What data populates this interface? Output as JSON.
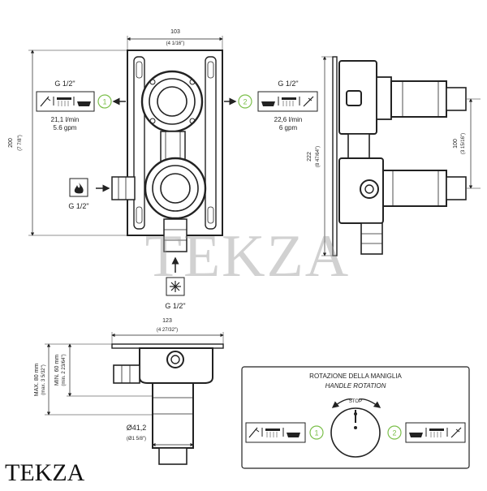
{
  "top_view": {
    "width_mm": "103",
    "width_in": "(4 1/16\")",
    "height_mm": "200",
    "height_in": "(7 7/8\")",
    "outlet_left": {
      "thread": "G 1/2\"",
      "badge": "1",
      "flow_lmin": "21,1 l/min",
      "flow_gpm": "5.6 gpm"
    },
    "outlet_right": {
      "thread": "G 1/2\"",
      "badge": "2",
      "flow_lmin": "22,6 l/min",
      "flow_gpm": "6 gpm"
    },
    "hot_inlet": {
      "thread": "G 1/2\""
    },
    "cold_inlet": {
      "thread": "G 1/2\""
    }
  },
  "side_view": {
    "height_mm": "222",
    "height_in": "(8 47/64\")",
    "spacing_mm": "100",
    "spacing_in": "(3 15/16\")"
  },
  "bottom_view": {
    "width_mm": "123",
    "width_in": "(4 27/32\")",
    "max_depth": "MAX. 80 mm",
    "max_depth_in": "(max. 3 5/32\")",
    "min_depth": "MIN. 60 mm",
    "min_depth_in": "(min. 2 23/64\")",
    "diameter": "Ø41,2",
    "diameter_in": "(Ø1 5/8\")"
  },
  "rotation_box": {
    "title_it": "ROTAZIONE DELLA MANIGLIA",
    "title_en": "HANDLE ROTATION",
    "stop": "STOP",
    "badge_left": "1",
    "badge_right": "2"
  },
  "watermark": "TEKZA",
  "brand": "TEKZA",
  "colors": {
    "line": "#222222",
    "badge": "#7bbf4a",
    "watermark": "#9a9a9a"
  }
}
